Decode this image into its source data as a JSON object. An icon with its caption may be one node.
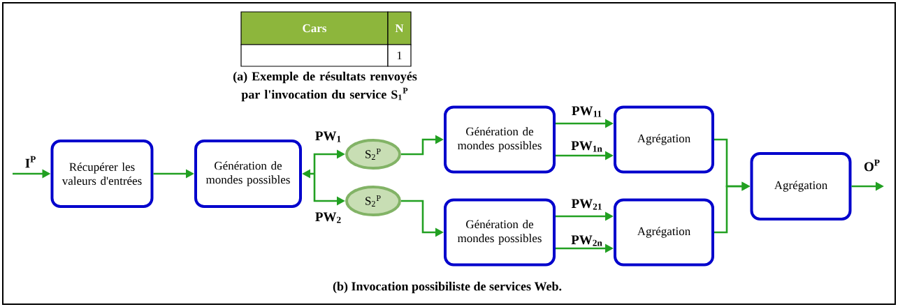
{
  "diagram": {
    "caption": "(b) Invocation possibiliste de services Web.",
    "nodes": [
      {
        "text": [
          "Récupérer les valeurs d'entrées"
        ]
      },
      {
        "text": [
          "Génération de mondes possibles"
        ]
      },
      {
        "text": [
          "S$_{2}$$^{P}$"
        ]
      },
      {
        "text": [
          "S$_{2}$$^{P}$"
        ]
      },
      {
        "text": [
          "Génération de mondes possibles"
        ]
      },
      {
        "text": [
          "Génération de mondes possibles"
        ]
      },
      {
        "text": [
          "Agrégation"
        ]
      },
      {
        "text": [
          "Agrégation"
        ]
      },
      {
        "text": [
          "Agrégation"
        ]
      }
    ],
    "edges": [
      {
        "from": null,
        "to": 0,
        "arrow": "to",
        "label": "I$^{P}$"
      },
      {
        "from": 0,
        "to": 1,
        "arrow": "to"
      },
      {
        "from": 1,
        "to": 2,
        "arrow": "both",
        "label": "PW$_{1}$"
      },
      {
        "from": 1,
        "to": 3,
        "arrow": "both",
        "label": "PW$_{2}$"
      },
      {
        "from": 2,
        "to": 4,
        "arrow": "to"
      },
      {
        "from": 3,
        "to": 5,
        "arrow": "to"
      },
      {
        "from": 4,
        "to": 6,
        "arrow": "to",
        "label": "PW$_{11}$"
      },
      {
        "from": 4,
        "to": 6,
        "arrow": "to",
        "label": "PW$_{1n}$"
      },
      {
        "from": 5,
        "to": 7,
        "arrow": "to",
        "label": "PW$_{21}$"
      },
      {
        "from": 5,
        "to": 7,
        "arrow": "to",
        "label": "PW$_{2n}$"
      },
      {
        "from": 6,
        "to": 8,
        "arrow": "to"
      },
      {
        "from": 7,
        "to": 8,
        "arrow": "to"
      },
      {
        "from": 8,
        "to": null,
        "arrow": "to",
        "label": "O$^{P}$"
      }
    ],
    "labels": [
      "Cars",
      "N",
      "1",
      "(a) Exemple de résultats renvoyés par l'invocation du service S$_{1}$$^{P}$"
    ]
  }
}
